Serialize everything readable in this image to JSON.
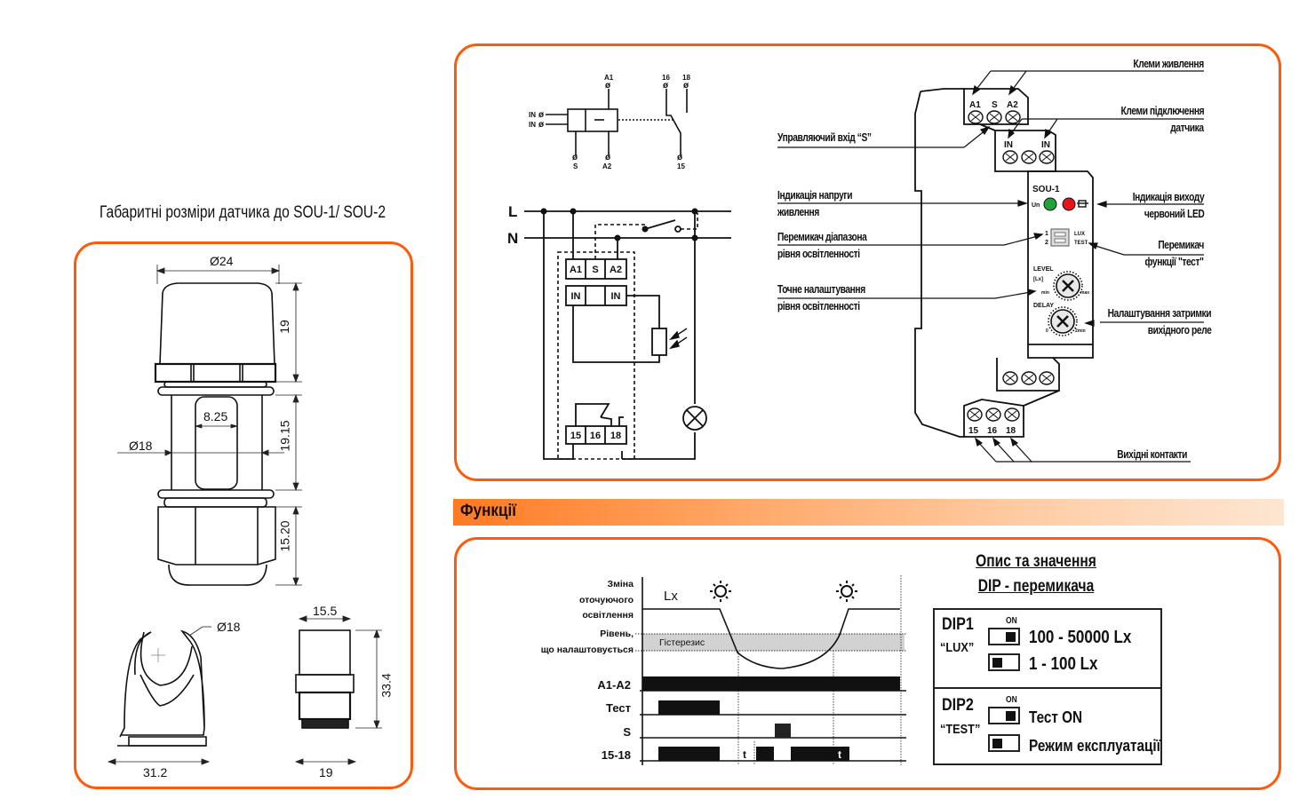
{
  "left_panel": {
    "title": "Габаритні розміри датчика до SOU-1/ SOU-2",
    "dimensions": {
      "cap_diameter": "Ø24",
      "cap_height": "19",
      "window_width": "8.25",
      "body_diameter": "Ø18",
      "body_height": "19.15",
      "nut_height": "15.20",
      "clip_diameter": "Ø18",
      "clip_width": "31.2",
      "side_top_width": "15.5",
      "side_height": "33.4",
      "side_bottom_width": "19"
    }
  },
  "wiring_panel": {
    "schematic": {
      "terminals": [
        "A1",
        "16",
        "18",
        "IN",
        "IN",
        "S",
        "A2",
        "15"
      ]
    },
    "connection": {
      "lines": [
        "L",
        "N"
      ],
      "top_block": [
        "A1",
        "S",
        "A2"
      ],
      "mid_block": [
        "IN",
        "",
        "IN"
      ],
      "bottom_block": [
        "15",
        "16",
        "18"
      ]
    },
    "device": {
      "model": "SOU-1",
      "top_terminals": [
        "A1",
        "S",
        "A2"
      ],
      "sensor_terminals": [
        "IN",
        "IN"
      ],
      "output_terminals": [
        "15",
        "16",
        "18"
      ],
      "un_label": "Un",
      "dip_numbers": [
        "1",
        "2"
      ],
      "dip_labels": [
        "LUX",
        "TEST"
      ],
      "level_label": "LEVEL",
      "level_unit": "[Lx]",
      "level_min": "min",
      "level_max": "max",
      "delay_label": "DELAY",
      "delay_min": "0",
      "delay_max": "2min",
      "led_colors": {
        "un": "#1fa33a",
        "out": "#e5141a"
      }
    },
    "callouts": {
      "power_terminals": "Клеми живлення",
      "sensor_terminals_1": "Клеми підключення",
      "sensor_terminals_2": "датчика",
      "control_input": "Управляючий вхід “S”",
      "voltage_ind_1": "Індикація напруги",
      "voltage_ind_2": "живлення",
      "output_ind_1": "Індикація виходу",
      "output_ind_2": "червоний LED",
      "range_switch_1": "Перемикач діапазона",
      "range_switch_2": "рівня освітленності",
      "test_switch_1": "Перемикач",
      "test_switch_2": "функції \"тест\"",
      "fine_adjust_1": "Точне налаштування",
      "fine_adjust_2": "рівня освітленності",
      "delay_adjust_1": "Налаштування затримки",
      "delay_adjust_2": "вихідного реле",
      "output_contacts": "Вихідні контакти"
    }
  },
  "functions_section": {
    "title": "Функції"
  },
  "timing_diagram": {
    "labels": {
      "light_change_1": "Зміна",
      "light_change_2": "оточуючого",
      "light_change_3": "освітлення",
      "level_1": "Рівень,",
      "level_2": "що налаштовується",
      "lx": "Lx",
      "hysteresis": "Гістерезис",
      "a1a2": "A1-A2",
      "test": "Тест",
      "s": "S",
      "out": "15-18",
      "t": "t"
    },
    "icons": [
      "sun-icon",
      "moon-icon",
      "sun-icon"
    ]
  },
  "dip_table": {
    "title_1": "Опис та значення",
    "title_2": "DIP - перемикача",
    "on_label": "ON",
    "rows": [
      {
        "name": "DIP1",
        "function": "“LUX”",
        "options": [
          {
            "state": "on",
            "text": "100 - 50000 Lx"
          },
          {
            "state": "off",
            "text": "1 - 100 Lx"
          }
        ]
      },
      {
        "name": "DIP2",
        "function": "“TEST”",
        "options": [
          {
            "state": "on",
            "text": "Тест  ON"
          },
          {
            "state": "off",
            "text": "Режим експлуатації"
          }
        ]
      }
    ]
  },
  "colors": {
    "accent": "#ff5a0a"
  }
}
